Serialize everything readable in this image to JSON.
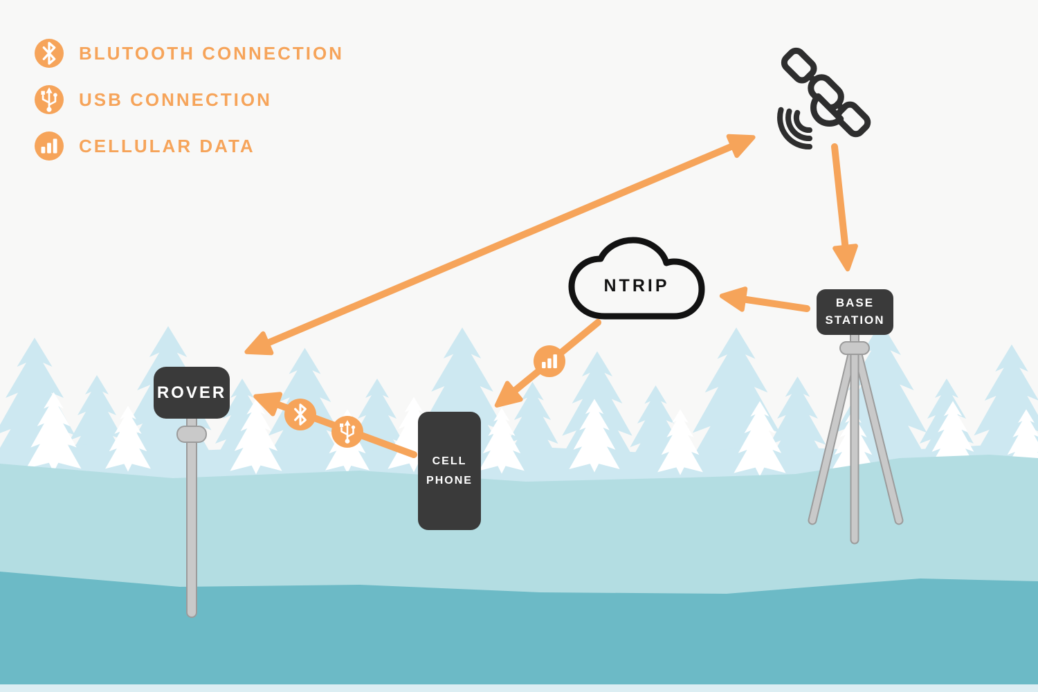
{
  "legend": {
    "items": [
      {
        "icon": "bluetooth-icon",
        "label": "BLUTOOTH CONNECTION"
      },
      {
        "icon": "usb-icon",
        "label": "USB CONNECTION"
      },
      {
        "icon": "cellular-icon",
        "label": "CELLULAR DATA"
      }
    ]
  },
  "nodes": {
    "satellite": {
      "name": "gnss-satellite"
    },
    "ntrip": {
      "label": "NTRIP"
    },
    "base_station": {
      "line1": "BASE",
      "line2": "STATION"
    },
    "rover": {
      "label": "ROVER"
    },
    "cell_phone": {
      "line1": "CELL",
      "line2": "PHONE"
    }
  },
  "connections": [
    {
      "from": "rover",
      "to": "satellite",
      "bidirectional": true,
      "via": null
    },
    {
      "from": "satellite",
      "to": "base_station",
      "bidirectional": false,
      "via": null
    },
    {
      "from": "base_station",
      "to": "ntrip",
      "bidirectional": false,
      "via": null
    },
    {
      "from": "ntrip",
      "to": "cell_phone",
      "bidirectional": false,
      "via": "cellular-data"
    },
    {
      "from": "cell_phone",
      "to": "rover",
      "bidirectional": false,
      "via": "bluetooth-and-usb"
    }
  ],
  "colors": {
    "accent_orange": "#F6A45A",
    "node_dark": "#3A3A3A",
    "outline_black": "#121212",
    "background": "#F8F8F7",
    "tree_blue": "#CDE8F1",
    "hill_light_teal": "#B3DDE2",
    "hill_teal": "#6CBAC6",
    "bottom_strip": "#DCEEF3",
    "pole_gray": "#C9C9C9"
  }
}
